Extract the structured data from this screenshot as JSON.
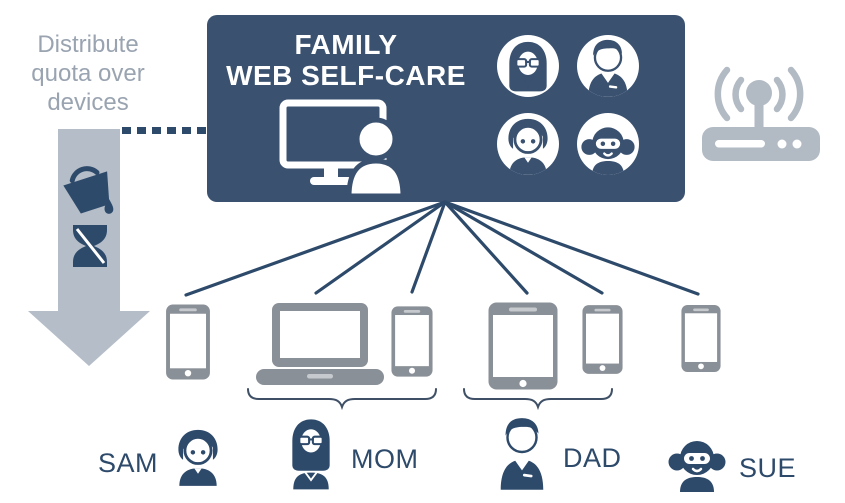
{
  "left_panel": {
    "lines": [
      "Distribute",
      "quota over",
      "devices"
    ],
    "arrow_direction": "down",
    "icons": [
      {
        "name": "paint-bucket-icon"
      },
      {
        "name": "hourglass-icon"
      }
    ]
  },
  "main_box": {
    "title_lines": [
      "FAMILY",
      "WEB SELF-CARE"
    ],
    "icon": "monitor-user-icon",
    "avatars": [
      {
        "id": "mom",
        "icon": "woman-avatar-icon"
      },
      {
        "id": "dad",
        "icon": "man-avatar-icon"
      },
      {
        "id": "son",
        "icon": "boy-avatar-icon"
      },
      {
        "id": "daughter",
        "icon": "girl-avatar-icon"
      }
    ]
  },
  "router": {
    "icon": "wifi-router-icon"
  },
  "connections": {
    "count": 6
  },
  "devices": [
    {
      "id": "sam-phone",
      "type": "smartphone",
      "owner": "SAM"
    },
    {
      "id": "mom-laptop",
      "type": "laptop",
      "owner": "MOM"
    },
    {
      "id": "mom-phone",
      "type": "smartphone",
      "owner": "MOM"
    },
    {
      "id": "dad-tablet",
      "type": "tablet",
      "owner": "DAD"
    },
    {
      "id": "dad-phone",
      "type": "smartphone",
      "owner": "DAD"
    },
    {
      "id": "sue-phone",
      "type": "smartphone",
      "owner": "SUE"
    }
  ],
  "device_groups": [
    {
      "owner": "MOM",
      "members": [
        "mom-laptop",
        "mom-phone"
      ]
    },
    {
      "owner": "DAD",
      "members": [
        "dad-tablet",
        "dad-phone"
      ]
    }
  ],
  "family": [
    {
      "name": "SAM",
      "avatar": "boy"
    },
    {
      "name": "MOM",
      "avatar": "woman-glasses"
    },
    {
      "name": "DAD",
      "avatar": "man"
    },
    {
      "name": "SUE",
      "avatar": "girl"
    }
  ],
  "colors": {
    "box_navy": "#3A5170",
    "line_navy": "#2E4A6B",
    "device_gray": "#8A9097",
    "light_gray": "#B4BDC8",
    "label_gray": "#9AA4B1"
  }
}
